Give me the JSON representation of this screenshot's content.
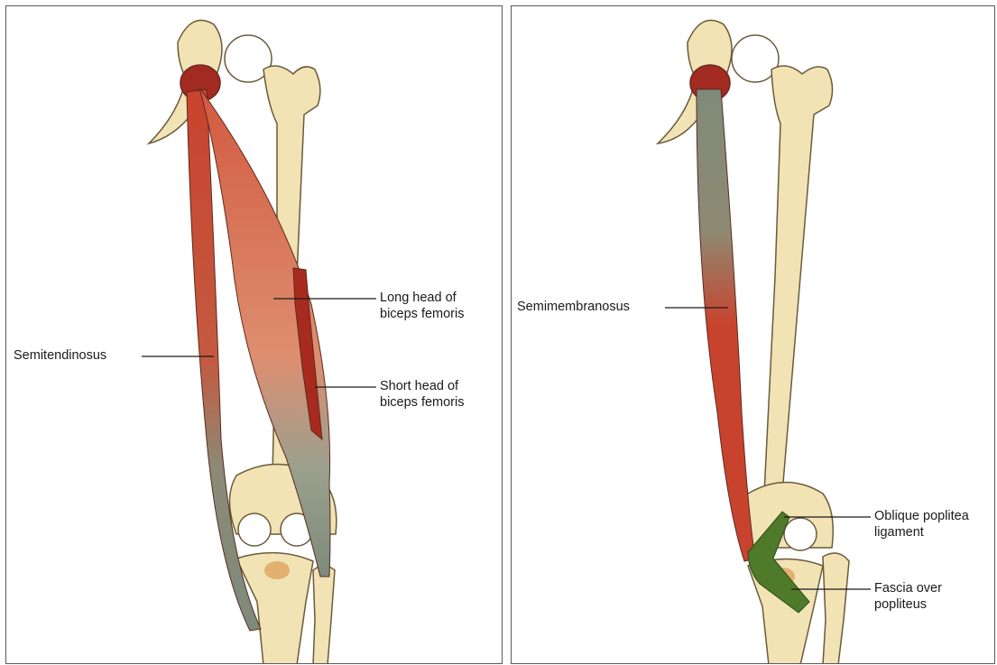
{
  "left_panel": {
    "labels": {
      "long_head": "Long head of\nbiceps femoris",
      "semitendinosus": "Semitendinosus",
      "short_head": "Short head of\nbiceps femoris"
    }
  },
  "right_panel": {
    "labels": {
      "semimembranosus": "Semimembranosus",
      "oblique_ligament": "Oblique poplitea\nligament",
      "fascia": "Fascia over\npopliteus"
    }
  },
  "colors": {
    "bone": "#f1e3b4",
    "bone_outline": "#6b5a3a",
    "muscle_red": "#c8432e",
    "muscle_grey": "#7e8b7a",
    "ligament_green": "#4e7a2a"
  }
}
